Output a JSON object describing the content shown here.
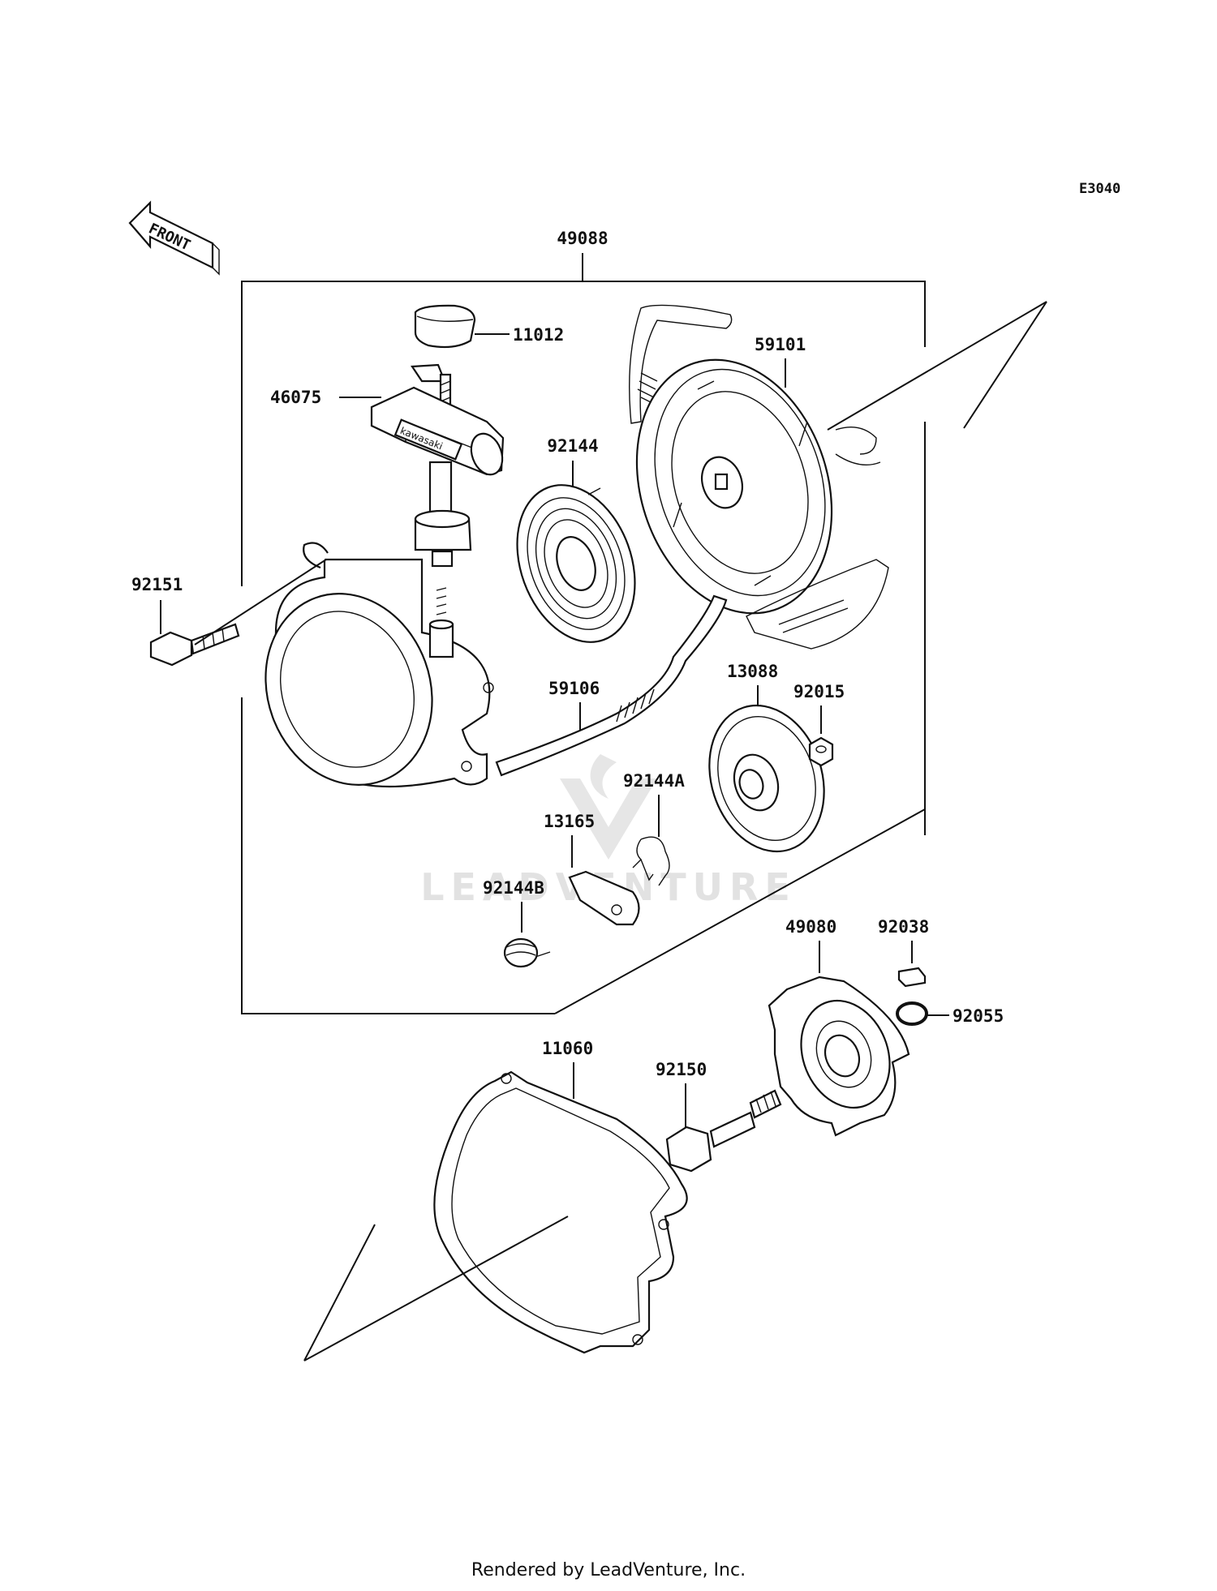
{
  "diagram_code": "E3040",
  "front_label": "FRONT",
  "assembly_label": "49088",
  "watermark": "LEADVENTURE",
  "handle_brand": "kawasaki",
  "parts": [
    {
      "id": "p11012",
      "number": "11012"
    },
    {
      "id": "p46075",
      "number": "46075"
    },
    {
      "id": "p59101",
      "number": "59101"
    },
    {
      "id": "p92144",
      "number": "92144"
    },
    {
      "id": "p92151",
      "number": "92151"
    },
    {
      "id": "p59106",
      "number": "59106"
    },
    {
      "id": "p13088",
      "number": "13088"
    },
    {
      "id": "p92015",
      "number": "92015"
    },
    {
      "id": "p92144A",
      "number": "92144A"
    },
    {
      "id": "p13165",
      "number": "13165"
    },
    {
      "id": "p92144B",
      "number": "92144B"
    },
    {
      "id": "p49080",
      "number": "49080"
    },
    {
      "id": "p92038",
      "number": "92038"
    },
    {
      "id": "p92055",
      "number": "92055"
    },
    {
      "id": "p11060",
      "number": "11060"
    },
    {
      "id": "p92150",
      "number": "92150"
    }
  ],
  "footer": "Rendered by LeadVenture, Inc."
}
